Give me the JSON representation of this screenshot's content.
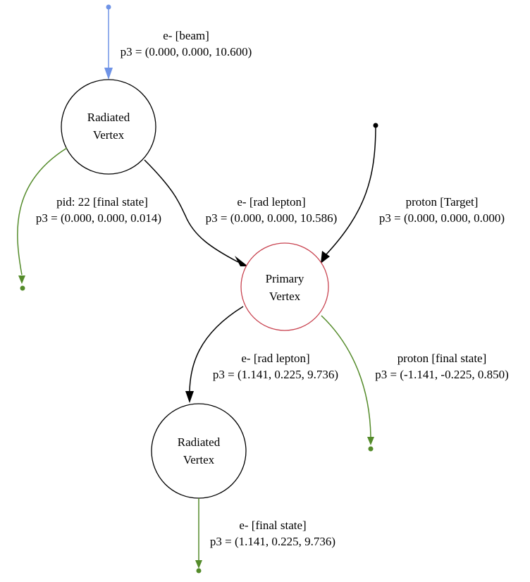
{
  "colors": {
    "beam": "#6f93e6",
    "final_state": "#548b2a",
    "black": "#000000",
    "primary_border": "#c8424f",
    "node_border": "#000000"
  },
  "nodes": {
    "radiated_top": {
      "line1": "Radiated",
      "line2": "Vertex"
    },
    "primary": {
      "line1": "Primary",
      "line2": "Vertex"
    },
    "radiated_bottom": {
      "line1": "Radiated",
      "line2": "Vertex"
    }
  },
  "edges": {
    "beam": {
      "label": "e- [beam]",
      "p3": "p3 = (0.000, 0.000, 10.600)"
    },
    "photon": {
      "label": "pid: 22 [final state]",
      "p3": "p3 = (0.000, 0.000, 0.014)"
    },
    "rad_lepton_1": {
      "label": "e- [rad lepton]",
      "p3": "p3 = (0.000, 0.000, 10.586)"
    },
    "target": {
      "label": "proton [Target]",
      "p3": "p3 = (0.000, 0.000, 0.000)"
    },
    "rad_lepton_2": {
      "label": "e- [rad lepton]",
      "p3": "p3 = (1.141, 0.225, 9.736)"
    },
    "proton_final": {
      "label": "proton [final state]",
      "p3": "p3 = (-1.141, -0.225, 0.850)"
    },
    "electron_final": {
      "label": "e- [final state]",
      "p3": "p3 = (1.141, 0.225, 9.736)"
    }
  }
}
